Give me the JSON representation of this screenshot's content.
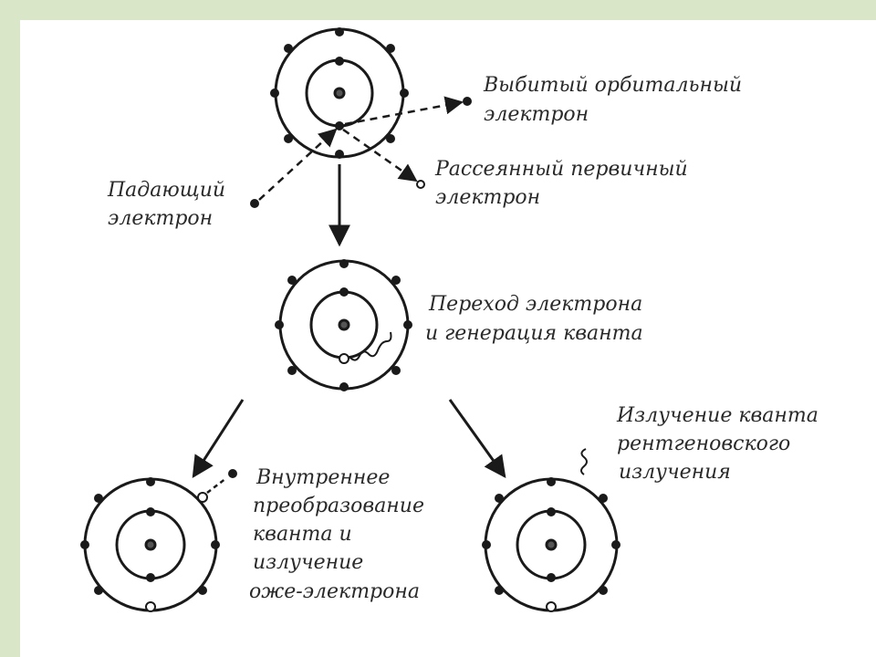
{
  "labels": {
    "ejected_line1": "Выбитый орбитальный",
    "ejected_line2": "электрон",
    "incident_line1": "Падающий",
    "incident_line2": "электрон",
    "scattered_line1": "Рассеянный первичный",
    "scattered_line2": "электрон",
    "transition_line1": "Переход электрона",
    "transition_line2": "и генерация кванта",
    "internal_line1": "Внутреннее",
    "internal_line2": "преобразование",
    "internal_line3": "кванта и",
    "internal_line4": "излучение",
    "internal_line5": "оже-электрона",
    "xray_line1": "Излучение кванта",
    "xray_line2": "рентгеновского",
    "xray_line3": "излучения"
  },
  "colors": {
    "background": "#d9e6c8",
    "panel": "#ffffff",
    "ink": "#1a1a1a"
  }
}
